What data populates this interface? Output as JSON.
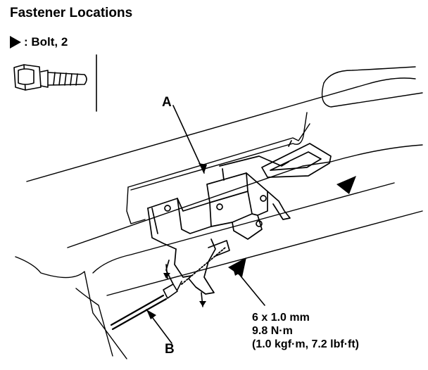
{
  "title": "Fastener Locations",
  "legend": {
    "symbol": "filled-triangle-icon",
    "label": ": Bolt, 2"
  },
  "labels": {
    "a": "A",
    "b": "B"
  },
  "torque_spec": {
    "size": "6 x 1.0 mm",
    "torque_nm": "9.8 N·m",
    "torque_alt": "(1.0 kgf·m, 7.2 lbf·ft)"
  }
}
